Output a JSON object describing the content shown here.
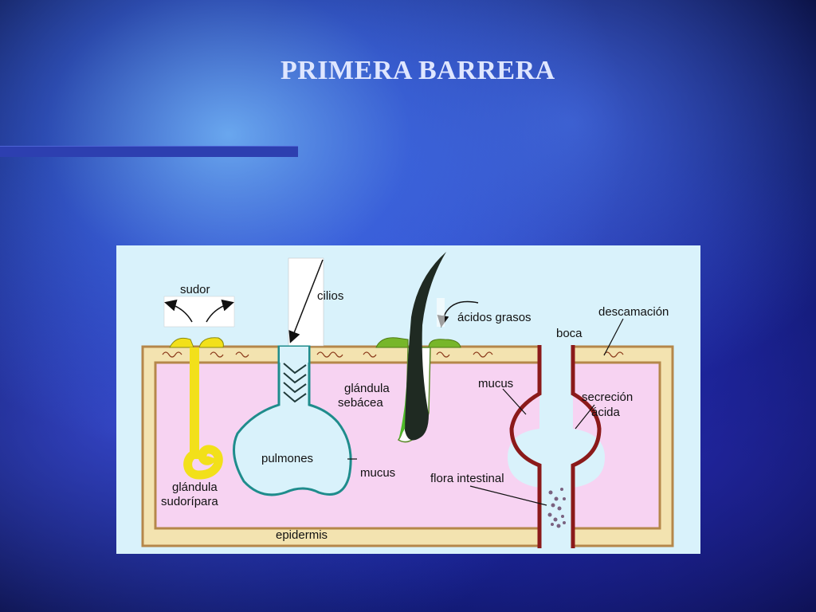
{
  "slide": {
    "title": "PRIMERA BARRERA"
  },
  "diagram": {
    "labels": {
      "sudor": "sudor",
      "cilios": "cilios",
      "acidos_grasos": "ácidos grasos",
      "descamacion": "descamación",
      "boca": "boca",
      "glandula_sebacea_1": "glándula",
      "glandula_sebacea_2": "sebácea",
      "mucus_top": "mucus",
      "secrecion_1": "secreción",
      "secrecion_2": "ácida",
      "pulmones": "pulmones",
      "mucus_lung": "mucus",
      "flora": "flora intestinal",
      "glandula_sudoripara_1": "glándula",
      "glandula_sudoripara_2": "sudorípara",
      "epidermis": "epidermis"
    },
    "colors": {
      "background": "#d9f2fb",
      "epidermis": "#f3e3b0",
      "epidermis_border": "#b5874a",
      "dermis": "#f7d3f2",
      "gland": "#f2e01a",
      "teal_line": "#1f8c8c",
      "gut_wall": "#8b1a1a",
      "sebum": "#77b62a",
      "hair": "#1f2a22",
      "flora": "#7a6280"
    }
  }
}
